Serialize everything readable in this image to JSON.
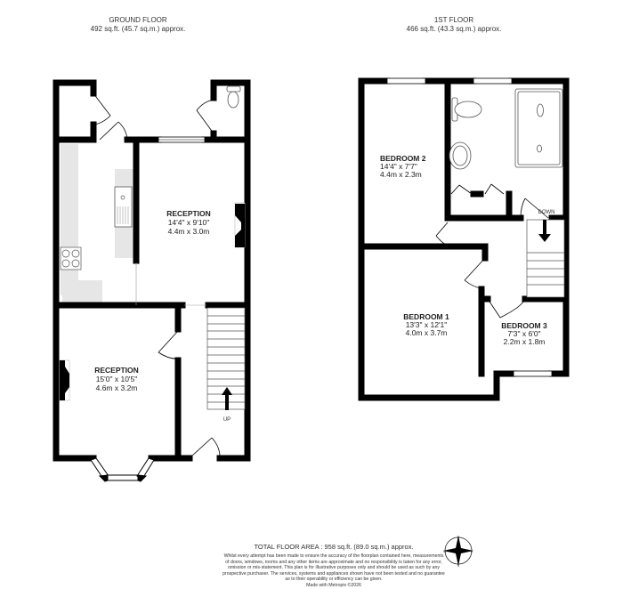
{
  "ground_floor": {
    "title": "GROUND FLOOR",
    "area": "492 sq.ft. (45.7 sq.m.) approx.",
    "rooms": [
      {
        "name": "RECEPTION",
        "imperial": "14'4\"  x 9'10\"",
        "metric": "4.4m  x 3.0m"
      },
      {
        "name": "RECEPTION",
        "imperial": "15'0\"  x 10'5\"",
        "metric": "4.6m  x 3.2m"
      }
    ],
    "stairs_label": "UP"
  },
  "first_floor": {
    "title": "1ST FLOOR",
    "area": "466 sq.ft. (43.3 sq.m.) approx.",
    "rooms": [
      {
        "name": "BEDROOM 2",
        "imperial": "14'4\"  x 7'7\"",
        "metric": "4.4m  x 2.3m"
      },
      {
        "name": "BEDROOM 1",
        "imperial": "13'3\"  x 12'1\"",
        "metric": "4.0m  x 3.7m"
      },
      {
        "name": "BEDROOM 3",
        "imperial": "7'3\"  x 6'0\"",
        "metric": "2.2m  x 1.8m"
      }
    ],
    "stairs_label": "DOWN"
  },
  "footer": {
    "total": "TOTAL FLOOR AREA : 958 sq.ft. (89.0 sq.m.) approx.",
    "disclaimer": "Whilst every attempt has been made to ensure the accuracy of the floorplan contained here, measurements of doors, windows, rooms and any other items are approximate and no responsibility is taken for any error, omission or mis-statement. This plan is for illustrative purposes only and should be used as such by any prospective purchaser. The services, systems and appliances shown have not been tested and no guarantee as to their operability or efficiency can be given.",
    "made_with": "Made with Metropix ©2026"
  },
  "compass": {
    "n": "N",
    "s": "S",
    "e": "E",
    "w": "W"
  }
}
